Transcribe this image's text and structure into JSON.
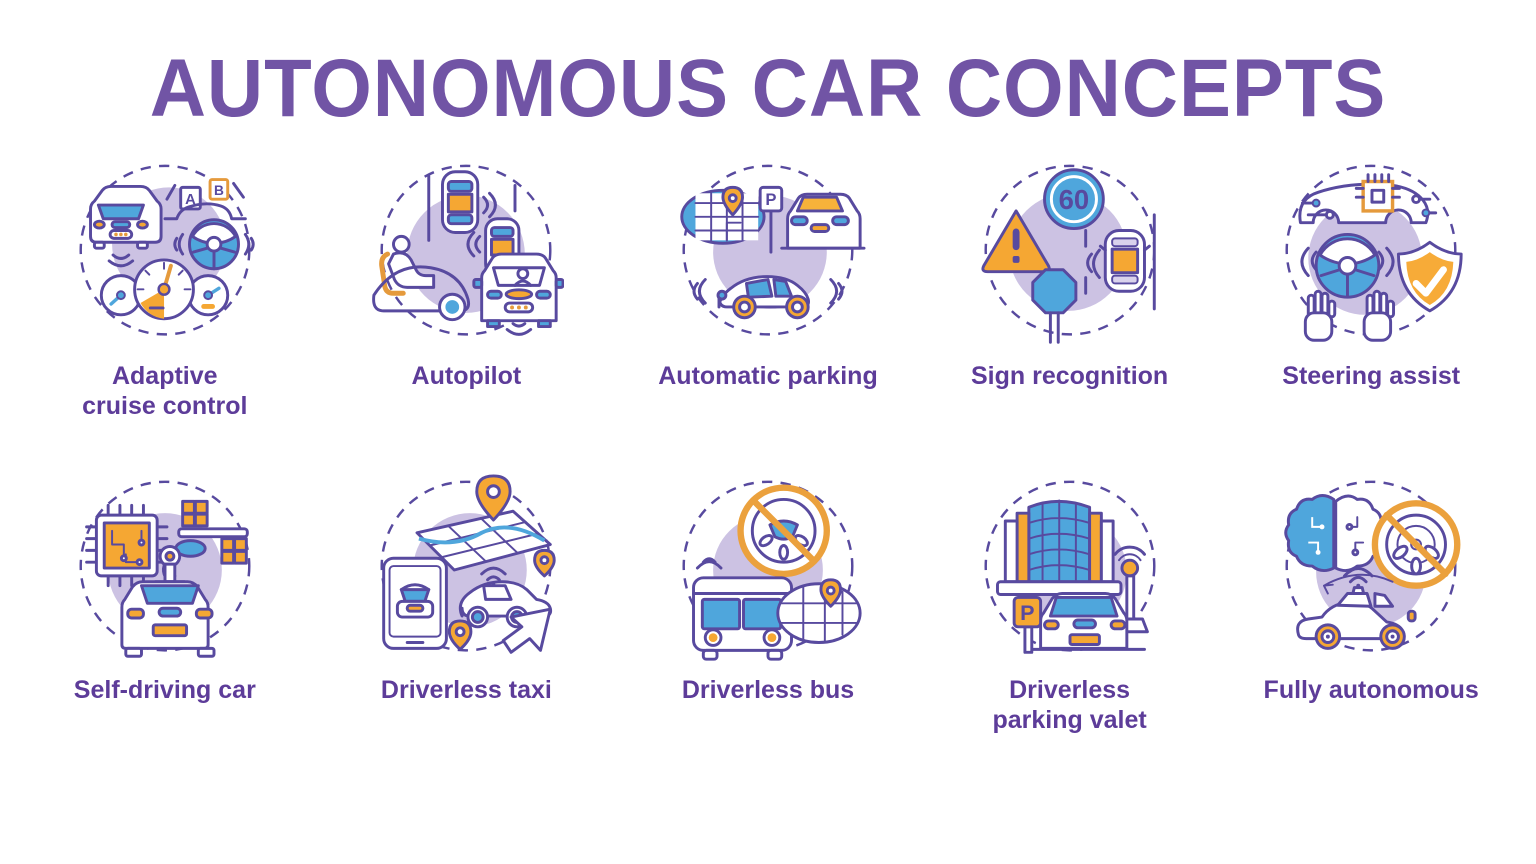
{
  "title": "AUTONOMOUS CAR CONCEPTS",
  "colors": {
    "title_text": "#7154a5",
    "label_text": "#5d3c99",
    "outline": "#584a9f",
    "blue": "#4fa6dc",
    "orange": "#f5a733",
    "lavender_blob": "#ccc2e3",
    "background": "#ffffff"
  },
  "icon_text": {
    "plate_a": "A",
    "plate_b": "B",
    "speed_limit": "60",
    "parking_p": "P",
    "valet_p": "P"
  },
  "concepts": [
    {
      "label": "Adaptive\ncruise control",
      "icon": "adaptive-cruise-control-icon"
    },
    {
      "label": "Autopilot",
      "icon": "autopilot-icon"
    },
    {
      "label": "Automatic parking",
      "icon": "automatic-parking-icon"
    },
    {
      "label": "Sign recognition",
      "icon": "sign-recognition-icon"
    },
    {
      "label": "Steering assist",
      "icon": "steering-assist-icon"
    },
    {
      "label": "Self-driving car",
      "icon": "self-driving-car-icon"
    },
    {
      "label": "Driverless taxi",
      "icon": "driverless-taxi-icon"
    },
    {
      "label": "Driverless bus",
      "icon": "driverless-bus-icon"
    },
    {
      "label": "Driverless\nparking valet",
      "icon": "driverless-parking-valet-icon"
    },
    {
      "label": "Fully autonomous",
      "icon": "fully-autonomous-icon"
    }
  ]
}
